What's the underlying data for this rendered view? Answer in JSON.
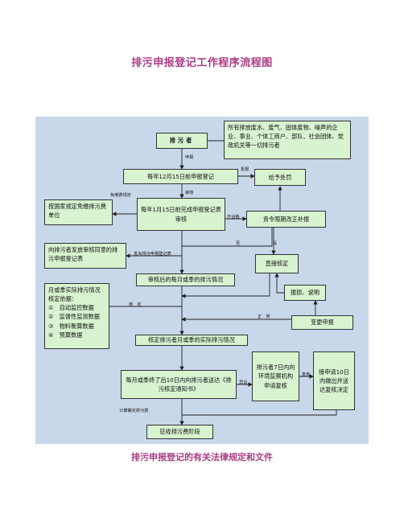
{
  "page": {
    "title": "排污申报登记工作程序流程图",
    "subtitle": "排污申报登记的有关法律规定和文件"
  },
  "nodes": {
    "polluter": "排污者",
    "polluter_scope": "所有排放废水、废气、固体废物、噪声的企业、事业、个体工商户、部队、社会团体、党政机关等一切排污者",
    "register_by_dec15": "每年12月15日前申报登记",
    "punish": "给予处罚",
    "exempt": "按国家规定免缴排污费单位",
    "complete_review_by_jan15": "每年1月15日前完成申报登记表审核",
    "order_correction": "责令限期改正补报",
    "issue_form": "向排污者发放审核同意的排污申报登记表",
    "direct_verify": "直接核定",
    "monthly_quarterly": "审核后的每月或季的排污情况",
    "basis_title": "月或季实际排污情况核定依据：",
    "basis_items": [
      "①　自动监控数据",
      "②　监督性监测数据",
      "③　物料衡算数据",
      "④　预算数据"
    ],
    "report_explain": "报损、说明",
    "change_report": "变更申报",
    "verify_actual": "核定排污者月或季的实际排污情况",
    "deliver_notice": "每月或季终了后10日内向排污者送达《排污核定通知书》",
    "apply_review": "排污者7日内向环境监察机构申请复核",
    "review_decision": "接申请10日内做出并送达复核决定",
    "collect_fee": "征收排污费阶段"
  },
  "labels": {
    "declare": "申报",
    "refuse": "拒报",
    "review": "审核",
    "exempt_fee": "免缴费规定",
    "unqualified": "不合格",
    "no": "否",
    "yes": "是",
    "issue_out": "发出排污申报登记表",
    "verify": "核　定",
    "correct": "正　常",
    "objection": "异议",
    "review2": "复核",
    "calc_fee": "计算确定排污费"
  },
  "colors": {
    "title": "#ad3b84",
    "panel": "#c9d7eb",
    "box_fill": "#d8f3d0",
    "line": "#222222"
  }
}
